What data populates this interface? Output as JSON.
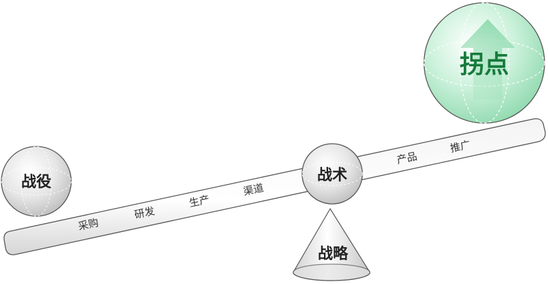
{
  "diagram": {
    "fulcrum_label": "战术",
    "base_label": "战略",
    "left_ball_label": "战役",
    "right_ball_label": "拐点",
    "beam_labels_left": [
      "采购",
      "研发",
      "生产",
      "渠道"
    ],
    "beam_labels_right": [
      "产品",
      "推广"
    ]
  },
  "colors": {
    "green_accent": "#167a3c",
    "green_ball": "#b9ebcf",
    "grey_ball": "#d9d9d9",
    "outline": "#444444"
  }
}
